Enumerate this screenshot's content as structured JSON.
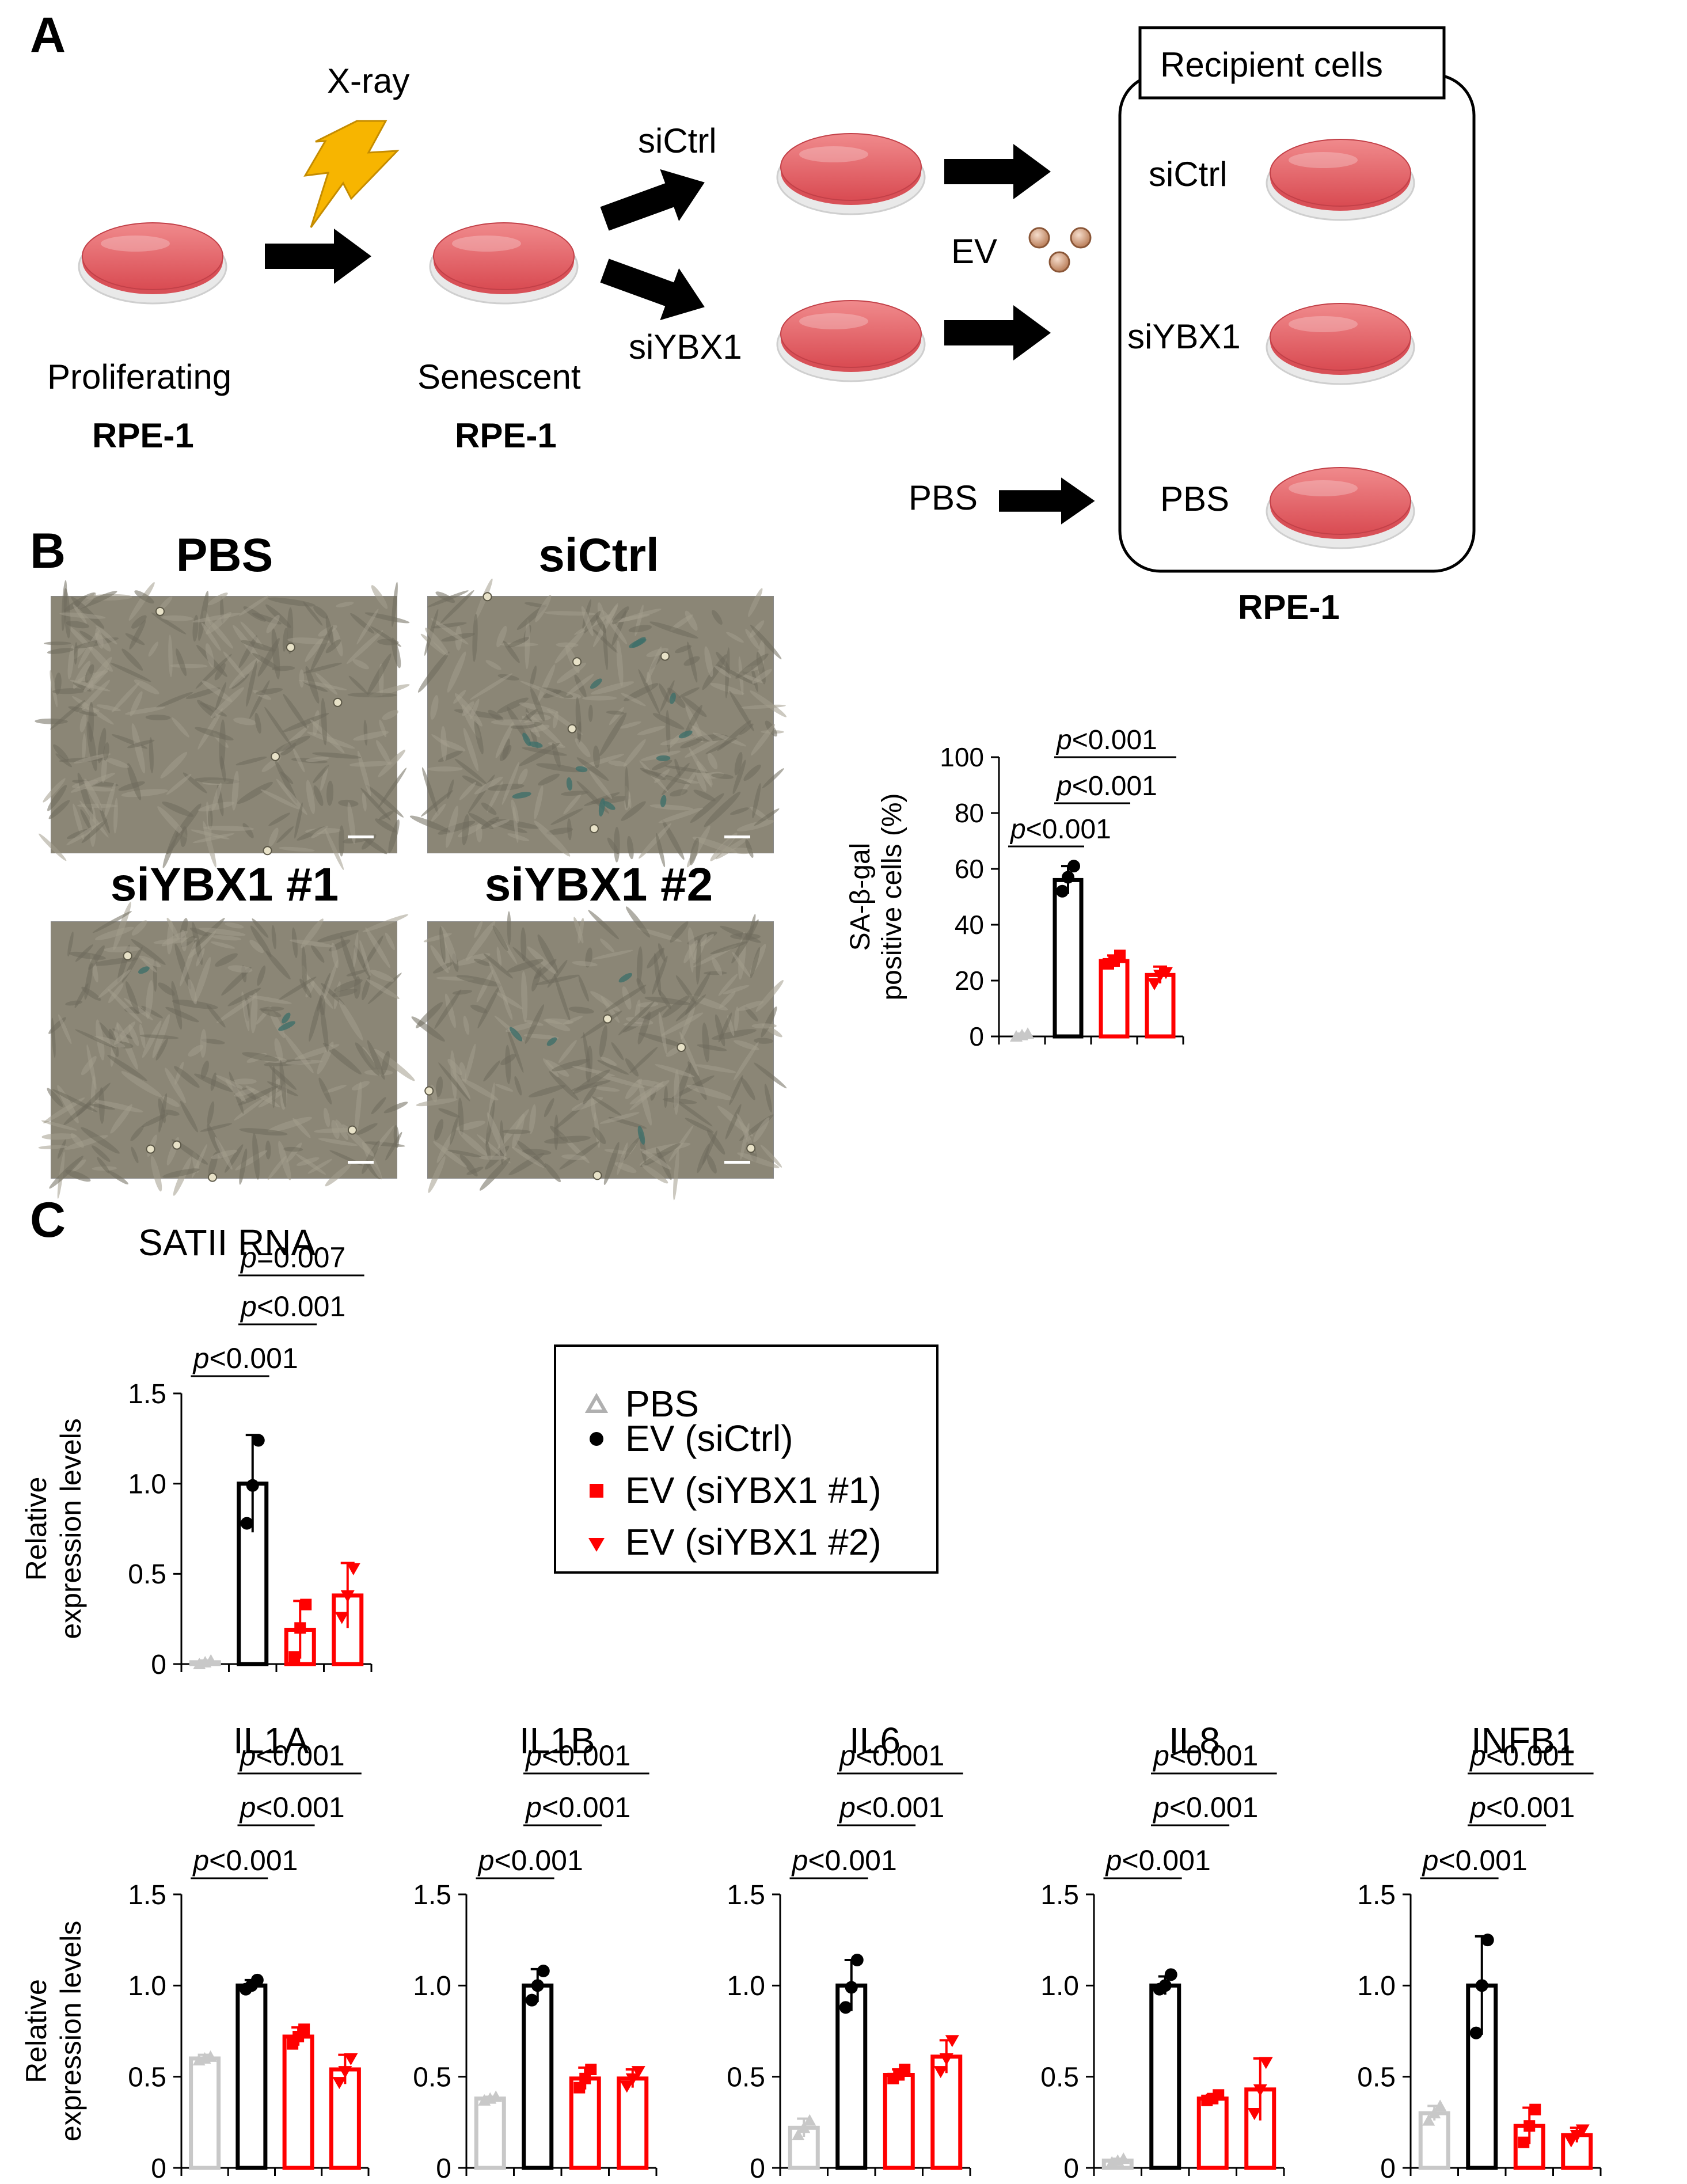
{
  "panels": {
    "a": "A",
    "b": "B",
    "c": "C"
  },
  "panel_a": {
    "xray": "X-ray",
    "proliferating": "Proliferating",
    "senescent": "Senescent",
    "rpe1": "RPE-1",
    "sictrl": "siCtrl",
    "siybx1": "siYBX1",
    "ev": "EV",
    "pbs": "PBS",
    "recipient_cells": "Recipient cells",
    "recipient_rows": [
      "siCtrl",
      "siYBX1",
      "PBS"
    ],
    "recipient_label": "RPE-1",
    "colors": {
      "dish": "#e8585f",
      "bolt": "#f7b500",
      "ev_particle": "#c48b68"
    }
  },
  "panel_b": {
    "image_titles": [
      "PBS",
      "siCtrl",
      "siYBX1 #1",
      "siYBX1 #2"
    ]
  },
  "legend": {
    "items": [
      {
        "label": "PBS",
        "marker": "triangle-up",
        "color": "#b0b0b0"
      },
      {
        "label": "EV (siCtrl)",
        "marker": "circle",
        "color": "#000000"
      },
      {
        "label": "EV (siYBX1 #1)",
        "marker": "square",
        "color": "#ff0000"
      },
      {
        "label": "EV (siYBX1 #2)",
        "marker": "triangle-down",
        "color": "#ff0000"
      }
    ]
  },
  "chart_data": [
    {
      "id": "sa-bgal",
      "type": "bar",
      "title": "",
      "ylabel_lines": [
        "SA-β-gal",
        "positive cells (%)"
      ],
      "ylim": [
        0,
        100
      ],
      "yticks": [
        "0",
        "20",
        "40",
        "60",
        "80",
        "100"
      ],
      "values": [
        0,
        56,
        27,
        22
      ],
      "errors": [
        1,
        5,
        2,
        3
      ],
      "points": [
        [
          0,
          0.5,
          1
        ],
        [
          52,
          57,
          61
        ],
        [
          26,
          27,
          29
        ],
        [
          19,
          22,
          23
        ]
      ],
      "colors": [
        "#c8c8c8",
        "#000000",
        "#ff0000",
        "#ff0000"
      ],
      "brackets": [
        {
          "from": 0,
          "to": 1,
          "label": "<0.001"
        },
        {
          "from": 1,
          "to": 2,
          "label": "<0.001"
        },
        {
          "from": 1,
          "to": 3,
          "label": "<0.001"
        }
      ]
    },
    {
      "id": "satii",
      "type": "bar",
      "title": "SATII RNA",
      "ylabel_lines": [
        "Relative",
        "expression levels"
      ],
      "ylim": [
        0,
        1.5
      ],
      "yticks": [
        "0",
        "0.5",
        "1.0",
        "1.5"
      ],
      "values": [
        0.01,
        1.0,
        0.19,
        0.38
      ],
      "errors": [
        0.01,
        0.27,
        0.16,
        0.18
      ],
      "points": [
        [
          0.0,
          0.01,
          0.02
        ],
        [
          0.78,
          0.99,
          1.24
        ],
        [
          0.04,
          0.2,
          0.33
        ],
        [
          0.26,
          0.38,
          0.53
        ]
      ],
      "colors": [
        "#c8c8c8",
        "#000000",
        "#ff0000",
        "#ff0000"
      ],
      "brackets": [
        {
          "from": 0,
          "to": 1,
          "label": "<0.001"
        },
        {
          "from": 1,
          "to": 2,
          "label": "<0.001"
        },
        {
          "from": 1,
          "to": 3,
          "label": "=0.007"
        }
      ]
    },
    {
      "id": "il1a",
      "type": "bar",
      "title": "IL1A",
      "ylabel_lines": [
        "Relative",
        "expression levels"
      ],
      "ylim": [
        0,
        1.5
      ],
      "yticks": [
        "0",
        "0.5",
        "1.0",
        "1.5"
      ],
      "values": [
        0.6,
        1.0,
        0.72,
        0.54
      ],
      "errors": [
        0.02,
        0.03,
        0.05,
        0.08
      ],
      "points": [
        [
          0.59,
          0.6,
          0.61
        ],
        [
          0.98,
          1.0,
          1.03
        ],
        [
          0.68,
          0.72,
          0.76
        ],
        [
          0.47,
          0.53,
          0.6
        ]
      ],
      "colors": [
        "#c8c8c8",
        "#000000",
        "#ff0000",
        "#ff0000"
      ],
      "brackets": [
        {
          "from": 0,
          "to": 1,
          "label": "<0.001"
        },
        {
          "from": 1,
          "to": 2,
          "label": "<0.001"
        },
        {
          "from": 1,
          "to": 3,
          "label": "<0.001"
        }
      ]
    },
    {
      "id": "il1b",
      "type": "bar",
      "title": "IL1B",
      "ylabel_lines": [],
      "ylim": [
        0,
        1.5
      ],
      "yticks": [
        "0",
        "0.5",
        "1.0",
        "1.5"
      ],
      "values": [
        0.38,
        1.0,
        0.49,
        0.49
      ],
      "errors": [
        0.01,
        0.09,
        0.06,
        0.05
      ],
      "points": [
        [
          0.37,
          0.38,
          0.39
        ],
        [
          0.92,
          1.0,
          1.08
        ],
        [
          0.44,
          0.49,
          0.54
        ],
        [
          0.45,
          0.49,
          0.53
        ]
      ],
      "colors": [
        "#c8c8c8",
        "#000000",
        "#ff0000",
        "#ff0000"
      ],
      "brackets": [
        {
          "from": 0,
          "to": 1,
          "label": "<0.001"
        },
        {
          "from": 1,
          "to": 2,
          "label": "<0.001"
        },
        {
          "from": 1,
          "to": 3,
          "label": "<0.001"
        }
      ]
    },
    {
      "id": "il6",
      "type": "bar",
      "title": "IL6",
      "ylabel_lines": [],
      "ylim": [
        0,
        1.5
      ],
      "yticks": [
        "0",
        "0.5",
        "1.0",
        "1.5"
      ],
      "values": [
        0.22,
        1.0,
        0.51,
        0.61
      ],
      "errors": [
        0.05,
        0.14,
        0.03,
        0.09
      ],
      "points": [
        [
          0.18,
          0.22,
          0.26
        ],
        [
          0.88,
          0.99,
          1.14
        ],
        [
          0.49,
          0.51,
          0.54
        ],
        [
          0.53,
          0.6,
          0.7
        ]
      ],
      "colors": [
        "#c8c8c8",
        "#000000",
        "#ff0000",
        "#ff0000"
      ],
      "brackets": [
        {
          "from": 0,
          "to": 1,
          "label": "<0.001"
        },
        {
          "from": 1,
          "to": 2,
          "label": "<0.001"
        },
        {
          "from": 1,
          "to": 3,
          "label": "<0.001"
        }
      ]
    },
    {
      "id": "il8",
      "type": "bar",
      "title": "IL8",
      "ylabel_lines": [],
      "ylim": [
        0,
        1.5
      ],
      "yticks": [
        "0",
        "0.5",
        "1.0",
        "1.5"
      ],
      "values": [
        0.04,
        1.0,
        0.38,
        0.43
      ],
      "errors": [
        0.01,
        0.05,
        0.02,
        0.17
      ],
      "points": [
        [
          0.03,
          0.04,
          0.05
        ],
        [
          0.98,
          1.0,
          1.06
        ],
        [
          0.37,
          0.38,
          0.4
        ],
        [
          0.3,
          0.43,
          0.58
        ]
      ],
      "colors": [
        "#c8c8c8",
        "#000000",
        "#ff0000",
        "#ff0000"
      ],
      "brackets": [
        {
          "from": 0,
          "to": 1,
          "label": "<0.001"
        },
        {
          "from": 1,
          "to": 2,
          "label": "<0.001"
        },
        {
          "from": 1,
          "to": 3,
          "label": "<0.001"
        }
      ]
    },
    {
      "id": "infb1",
      "type": "bar",
      "title": "INFB1",
      "ylabel_lines": [],
      "ylim": [
        0,
        1.5
      ],
      "yticks": [
        "0",
        "0.5",
        "1.0",
        "1.5"
      ],
      "values": [
        0.3,
        1.0,
        0.23,
        0.18
      ],
      "errors": [
        0.04,
        0.27,
        0.1,
        0.04
      ],
      "points": [
        [
          0.26,
          0.3,
          0.34
        ],
        [
          0.74,
          1.0,
          1.25
        ],
        [
          0.14,
          0.23,
          0.32
        ],
        [
          0.15,
          0.18,
          0.21
        ]
      ],
      "colors": [
        "#c8c8c8",
        "#000000",
        "#ff0000",
        "#ff0000"
      ],
      "brackets": [
        {
          "from": 0,
          "to": 1,
          "label": "<0.001"
        },
        {
          "from": 1,
          "to": 2,
          "label": "<0.001"
        },
        {
          "from": 1,
          "to": 3,
          "label": "<0.001"
        }
      ]
    }
  ]
}
